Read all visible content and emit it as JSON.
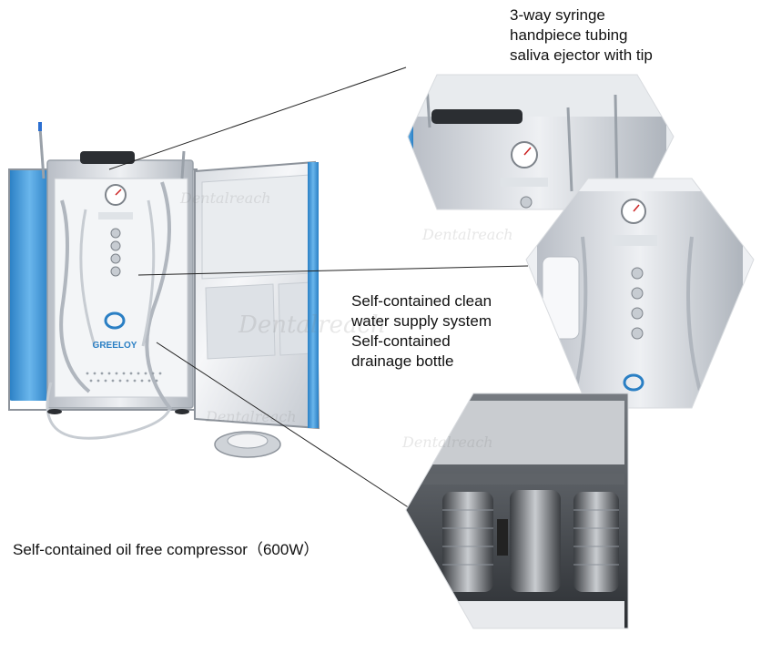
{
  "captions": {
    "top": [
      "3-way syringe",
      "handpiece tubing",
      "saliva  ejector with tip"
    ],
    "middle": [
      "Self-contained clean",
      "water supply system",
      "Self-contained",
      "drainage bottle"
    ],
    "bottom": "Self-contained oil free compressor（600W）"
  },
  "brand_logo_text": "GREELOY",
  "watermark_text": "Dentalreach",
  "colors": {
    "case_blue": "#3a93d6",
    "panel_white": "#f2f4f6",
    "metal": "#c8ccd2"
  }
}
